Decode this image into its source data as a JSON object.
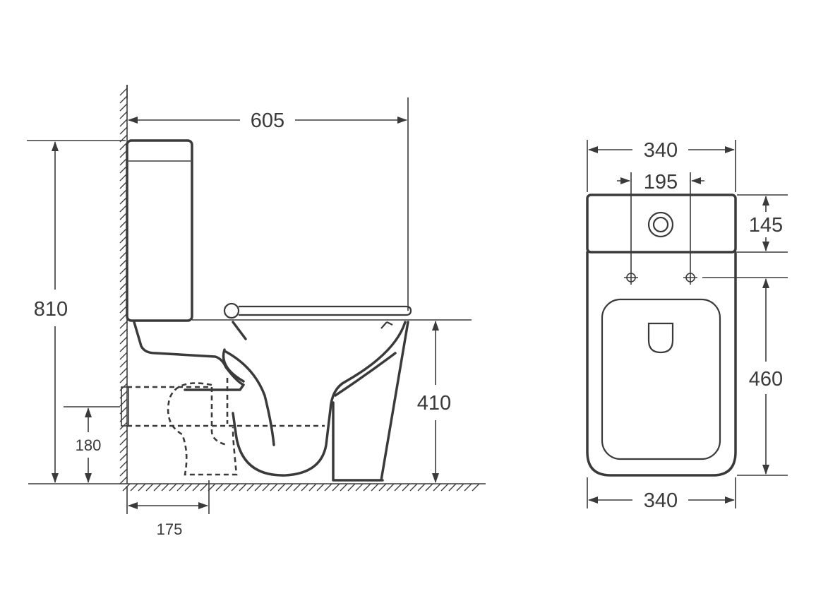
{
  "dimensions": {
    "total_depth": "605",
    "total_height": "810",
    "seat_height": "410",
    "outlet_height": "180",
    "outlet_offset": "175",
    "top_width": "340",
    "hole_spacing": "195",
    "tank_depth": "145",
    "bowl_length": "460",
    "bottom_width": "340"
  }
}
